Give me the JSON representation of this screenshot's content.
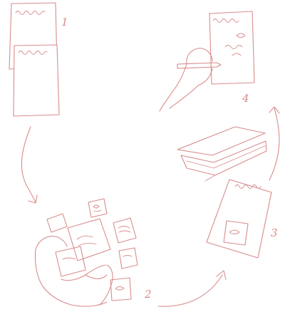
{
  "steps": [
    {
      "number": "1"
    },
    {
      "number": "2"
    },
    {
      "number": "3"
    },
    {
      "number": "4"
    }
  ],
  "colors": {
    "ink": "#d98c8c",
    "background": "#ffffff"
  }
}
